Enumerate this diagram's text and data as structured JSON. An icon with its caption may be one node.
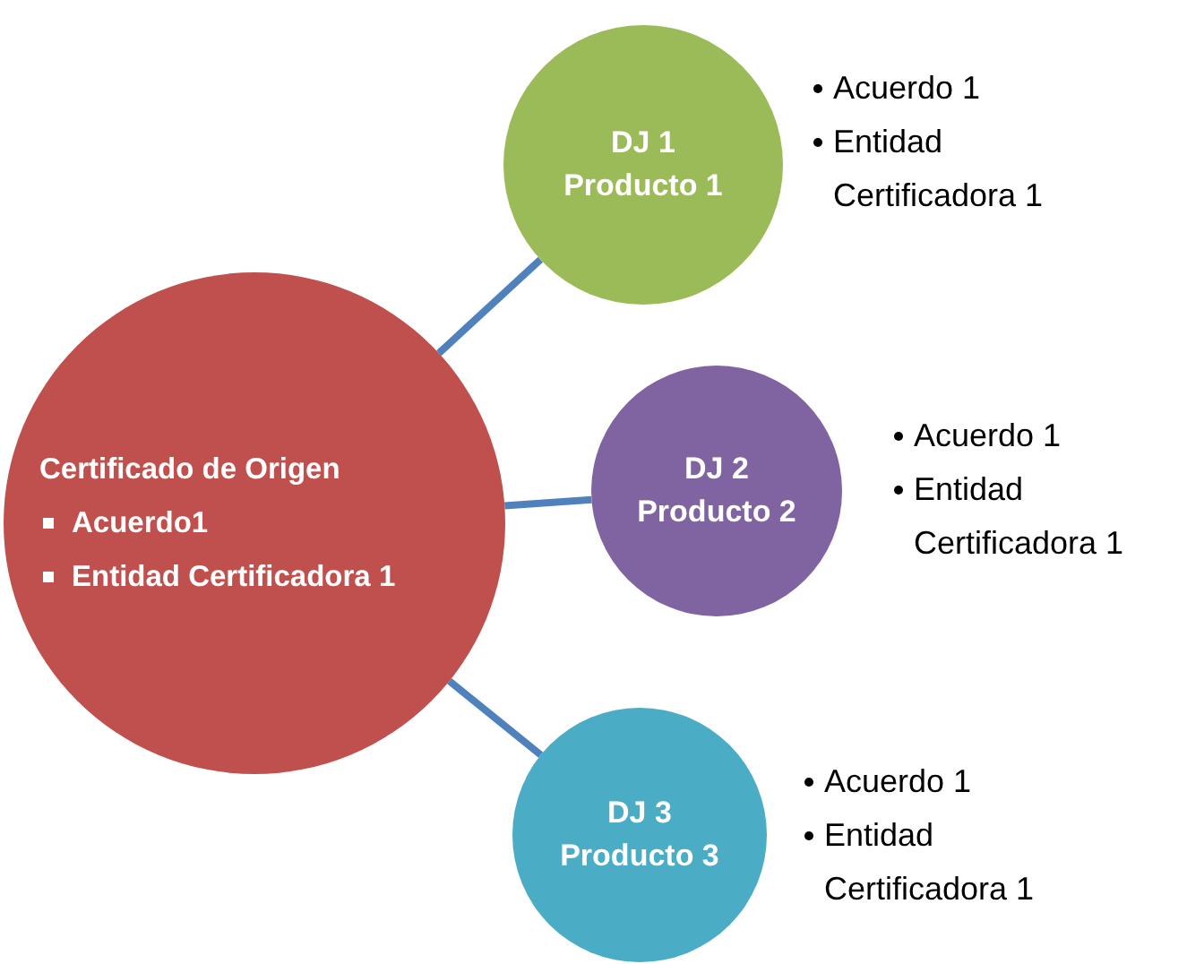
{
  "diagram": {
    "nodes": [
      {
        "text": [
          "Certificado de Origen",
          "Acuerdo1",
          "Entidad Certificadora 1"
        ]
      },
      {
        "text": [
          "DJ 1 Producto 1"
        ],
        "beside": [
          "Acuerdo 1",
          "Entidad Certificadora 1"
        ]
      },
      {
        "text": [
          "DJ 2 Producto 2"
        ],
        "beside": [
          "Acuerdo 1",
          "Entidad Certificadora 1"
        ]
      },
      {
        "text": [
          "DJ 3 Producto 3"
        ],
        "beside": [
          "Acuerdo 1",
          "Entidad Certificadora 1"
        ]
      }
    ],
    "edges": [
      {
        "from": 0,
        "to": 1,
        "arrow": "none"
      },
      {
        "from": 0,
        "to": 2,
        "arrow": "none"
      },
      {
        "from": 0,
        "to": 3,
        "arrow": "none"
      }
    ]
  }
}
